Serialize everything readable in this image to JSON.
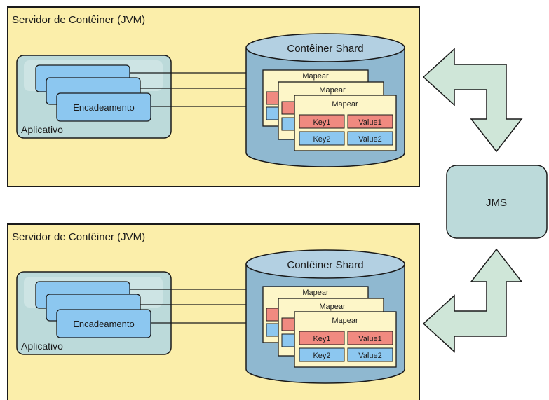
{
  "servers": [
    {
      "title": "Servidor de Contêiner (JVM)",
      "app_label": "Aplicativo",
      "thread_label": "Encadeamento",
      "shard_title": "Contêiner Shard",
      "map_labels": [
        "Mapear",
        "Mapear",
        "Mapear"
      ],
      "entries": [
        {
          "key": "Key1",
          "value": "Value1"
        },
        {
          "key": "Key2",
          "value": "Value2"
        }
      ]
    },
    {
      "title": "Servidor de Contêiner (JVM)",
      "app_label": "Aplicativo",
      "thread_label": "Encadeamento",
      "shard_title": "Contêiner Shard",
      "map_labels": [
        "Mapear",
        "Mapear",
        "Mapear"
      ],
      "entries": [
        {
          "key": "Key1",
          "value": "Value1"
        },
        {
          "key": "Key2",
          "value": "Value2"
        }
      ]
    }
  ],
  "jms": {
    "label": "JMS"
  },
  "colors": {
    "server_fill": "#fbeeaa",
    "app_fill": "#bcdada",
    "thread_fill": "#8cc7f0",
    "cylinder_fill": "#8fb8d0",
    "cylinder_top": "#b3d0e2",
    "map_fill": "#fdf6c8",
    "key_red": "#f08a80",
    "key_blue": "#8cc7f0",
    "jms_fill": "#bcdada",
    "arrow_fill": "#cfe6d8"
  }
}
